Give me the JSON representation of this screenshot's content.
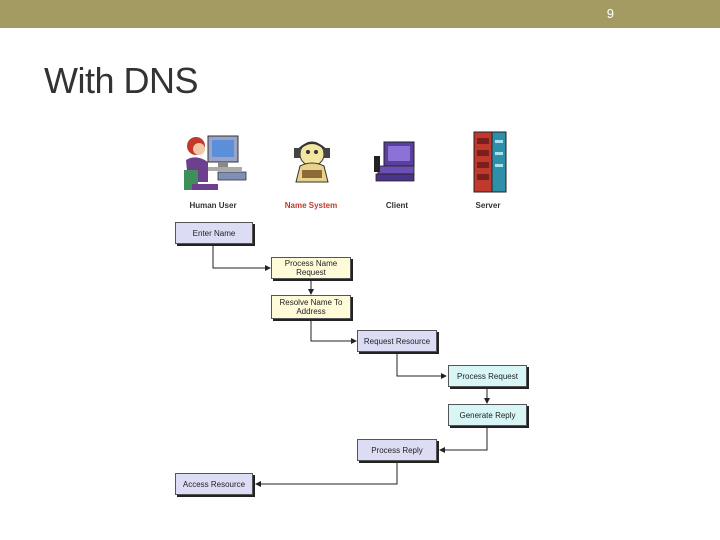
{
  "slide": {
    "number": "9",
    "title": "With DNS"
  },
  "actors": [
    {
      "label": "Human User",
      "color": "#333333"
    },
    {
      "label": "Name System",
      "color": "#c0392b"
    },
    {
      "label": "Client",
      "color": "#333333"
    },
    {
      "label": "Server",
      "color": "#333333"
    }
  ],
  "steps": {
    "enter_name": "Enter Name",
    "process_name_request": "Process Name Request",
    "resolve_name": "Resolve Name To Address",
    "request_resource": "Request Resource",
    "process_request": "Process Request",
    "generate_reply": "Generate Reply",
    "process_reply": "Process Reply",
    "access_resource": "Access Resource"
  },
  "colors": {
    "header_bar": "#a49b63",
    "user_step": "#dcdcf4",
    "name_system_step": "#fffbd8",
    "server_step": "#d8f6f6"
  },
  "icons": [
    "computer-user-icon",
    "name-system-icon",
    "client-computer-icon",
    "server-rack-icon"
  ]
}
